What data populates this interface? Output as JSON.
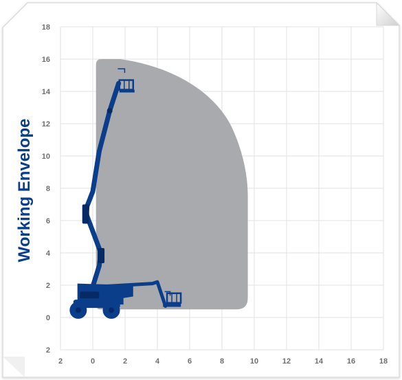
{
  "title": "Working Envelope",
  "colors": {
    "frame_border": "#dcdcdc",
    "grid": "#e2e2e2",
    "envelope_fill": "#a9aaad",
    "machine": "#0a3d8a",
    "machine_dark": "#062a63",
    "title": "#0a3d8a",
    "tick_text": "#6f6f6f"
  },
  "x_axis": {
    "ticks": [
      {
        "value": -2,
        "label": "2"
      },
      {
        "value": 0,
        "label": "0"
      },
      {
        "value": 2,
        "label": "2"
      },
      {
        "value": 4,
        "label": "4"
      },
      {
        "value": 6,
        "label": "6"
      },
      {
        "value": 8,
        "label": "8"
      },
      {
        "value": 10,
        "label": "10"
      },
      {
        "value": 12,
        "label": "12"
      },
      {
        "value": 14,
        "label": "14"
      },
      {
        "value": 16,
        "label": "16"
      },
      {
        "value": 18,
        "label": "18"
      }
    ]
  },
  "y_axis": {
    "ticks": [
      {
        "value": -2,
        "label": "2"
      },
      {
        "value": 0,
        "label": "0"
      },
      {
        "value": 2,
        "label": "2"
      },
      {
        "value": 4,
        "label": "4"
      },
      {
        "value": 6,
        "label": "6"
      },
      {
        "value": 8,
        "label": "8"
      },
      {
        "value": 10,
        "label": "10"
      },
      {
        "value": 12,
        "label": "12"
      },
      {
        "value": 14,
        "label": "14"
      },
      {
        "value": 16,
        "label": "16"
      },
      {
        "value": 18,
        "label": "18"
      }
    ]
  },
  "envelope": {
    "description_points": [
      [
        0.2,
        16
      ],
      [
        1.7,
        16
      ],
      [
        8.6,
        11.8
      ],
      [
        9.6,
        7.5
      ],
      [
        9.6,
        1.2
      ],
      [
        8.9,
        0.5
      ],
      [
        0.2,
        0.5
      ]
    ]
  }
}
